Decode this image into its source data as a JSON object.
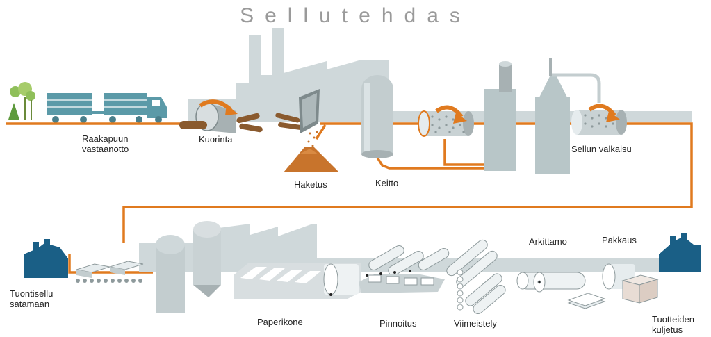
{
  "title": "Sellutehdas",
  "colors": {
    "flow": "#e07a1f",
    "building": "#b8c6c8",
    "equipment": "#cfd8da",
    "ship": "#1a5f86",
    "truck": "#5b9aa8",
    "trees": "#8fbf5a",
    "chips": "#c8742c"
  },
  "labels": {
    "raakapuun_vastaanotto": "Raakapuun\nvastaanotto",
    "kuorinta": "Kuorinta",
    "haketus": "Haketus",
    "keitto": "Keitto",
    "sellun_valkaisu": "Sellun valkaisu",
    "tuontisellu_satamaan": "Tuontisellu\nsatamaan",
    "paperikone": "Paperikone",
    "pinnoitus": "Pinnoitus",
    "viimeistely": "Viimeistely",
    "arkittamo": "Arkittamo",
    "pakkaus": "Pakkaus",
    "tuotteiden_kuljetus": "Tuotteiden\nkuljetus"
  },
  "icons": [
    "tree-icon",
    "log-truck-icon",
    "debarking-drum-icon",
    "chipper-icon",
    "wood-chip-pile-icon",
    "digester-icon",
    "washer-drum-icon",
    "bleaching-tower-icon",
    "ship-icon",
    "pulp-bale-icon",
    "paper-machine-icon",
    "coater-icon",
    "paper-roll-icon",
    "paper-sheet-icon",
    "package-icon"
  ]
}
